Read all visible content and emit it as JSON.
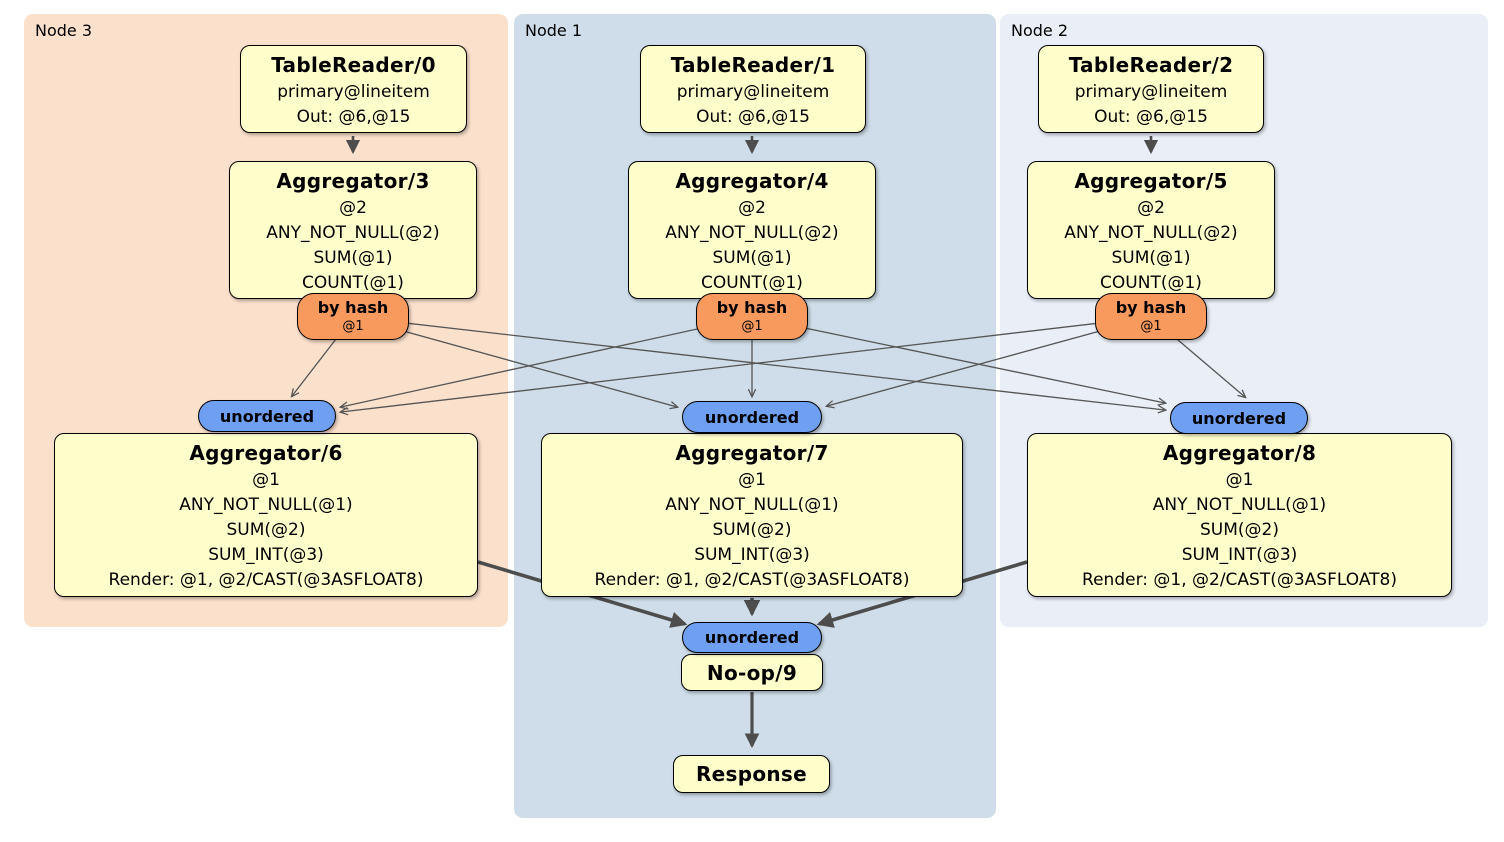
{
  "regions": {
    "node3": {
      "label": "Node 3"
    },
    "node1": {
      "label": "Node 1"
    },
    "node2": {
      "label": "Node 2"
    }
  },
  "processors": {
    "tr0": {
      "title": "TableReader/0",
      "rows": [
        "primary@lineitem",
        "Out: @6,@15"
      ]
    },
    "tr1": {
      "title": "TableReader/1",
      "rows": [
        "primary@lineitem",
        "Out: @6,@15"
      ]
    },
    "tr2": {
      "title": "TableReader/2",
      "rows": [
        "primary@lineitem",
        "Out: @6,@15"
      ]
    },
    "agg3": {
      "title": "Aggregator/3",
      "rows": [
        "@2",
        "ANY_NOT_NULL(@2)",
        "SUM(@1)",
        "COUNT(@1)"
      ]
    },
    "agg4": {
      "title": "Aggregator/4",
      "rows": [
        "@2",
        "ANY_NOT_NULL(@2)",
        "SUM(@1)",
        "COUNT(@1)"
      ]
    },
    "agg5": {
      "title": "Aggregator/5",
      "rows": [
        "@2",
        "ANY_NOT_NULL(@2)",
        "SUM(@1)",
        "COUNT(@1)"
      ]
    },
    "agg6": {
      "title": "Aggregator/6",
      "rows": [
        "@1",
        "ANY_NOT_NULL(@1)",
        "SUM(@2)",
        "SUM_INT(@3)",
        "Render: @1, @2/CAST(@3ASFLOAT8)"
      ]
    },
    "agg7": {
      "title": "Aggregator/7",
      "rows": [
        "@1",
        "ANY_NOT_NULL(@1)",
        "SUM(@2)",
        "SUM_INT(@3)",
        "Render: @1, @2/CAST(@3ASFLOAT8)"
      ]
    },
    "agg8": {
      "title": "Aggregator/8",
      "rows": [
        "@1",
        "ANY_NOT_NULL(@1)",
        "SUM(@2)",
        "SUM_INT(@3)",
        "Render: @1, @2/CAST(@3ASFLOAT8)"
      ]
    },
    "noop9": {
      "title": "No-op/9"
    },
    "response": {
      "title": "Response"
    }
  },
  "routers": {
    "hash3": {
      "label": "by hash",
      "detail": "@1"
    },
    "hash1": {
      "label": "by hash",
      "detail": "@1"
    },
    "hash2": {
      "label": "by hash",
      "detail": "@1"
    }
  },
  "streams": {
    "u3": {
      "label": "unordered"
    },
    "u1": {
      "label": "unordered"
    },
    "u2": {
      "label": "unordered"
    },
    "uf": {
      "label": "unordered"
    }
  },
  "colors": {
    "c-node3": "#fbe0cc",
    "c-node1": "#cedde9",
    "c-node2": "#eaeef7",
    "c-box": "#ffffcc",
    "c-router": "#f8995e",
    "c-stream": "#6f9ff0",
    "c-edge": "#4d4d4d"
  }
}
